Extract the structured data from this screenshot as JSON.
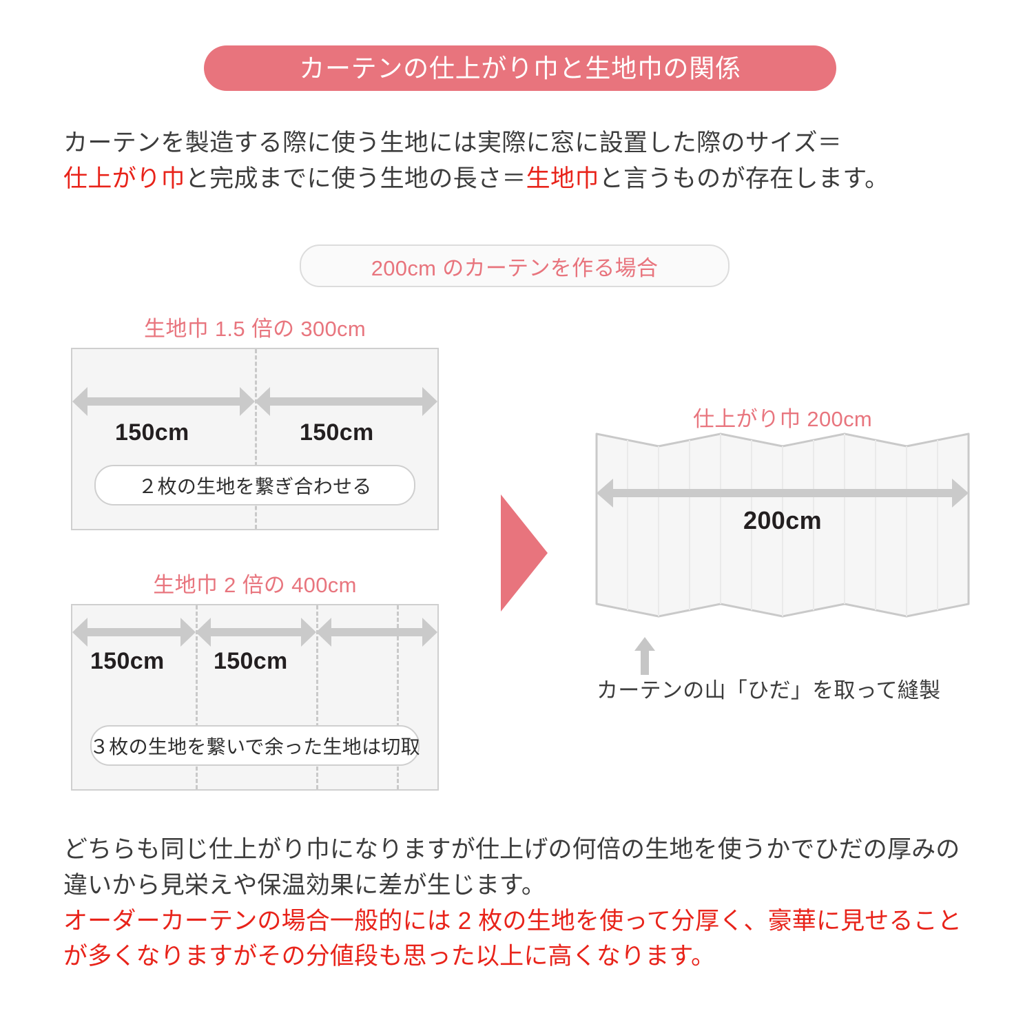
{
  "title_banner": {
    "text": "カーテンの仕上がり巾と生地巾の関係",
    "bg_color": "#e8747d",
    "text_color": "#ffffff"
  },
  "intro": {
    "line1_part1": "カーテンを製造する際に使う生地には実際に窓に設置した際のサイズ＝",
    "highlight1": "仕上がり巾",
    "line2_part1": "と完成までに使う生地の長さ＝",
    "highlight2": "生地巾",
    "line2_part2": "と言うものが存在します。",
    "highlight_color": "#e8231a"
  },
  "case_pill": {
    "text": "200cm のカーテンを作る場合",
    "text_color": "#e8747d"
  },
  "panels": [
    {
      "heading": "生地巾 1.5 倍の 300cm",
      "dividers_percent": [
        50
      ],
      "arrows": [
        {
          "label": "150cm",
          "start_percent": 0,
          "end_percent": 50
        },
        {
          "label": "150cm",
          "start_percent": 50,
          "end_percent": 100
        }
      ],
      "note": "２枚の生地を繋ぎ合わせる"
    },
    {
      "heading": "生地巾 2 倍の 400cm",
      "dividers_percent": [
        33.7,
        66.8,
        88.9
      ],
      "arrows": [
        {
          "label": "150cm",
          "start_percent": 0,
          "end_percent": 33.7
        },
        {
          "label": "150cm",
          "start_percent": 33.7,
          "end_percent": 66.8
        },
        {
          "label": "",
          "start_percent": 66.8,
          "end_percent": 100
        }
      ],
      "note": "３枚の生地を繋いで余った生地は切取"
    }
  ],
  "flow_arrow": {
    "icon": "triangle-right-icon",
    "color": "#e8747d"
  },
  "curtain": {
    "heading": "仕上がり巾 200cm",
    "dimension_label": "200cm",
    "caption": "カーテンの山「ひだ」を取って縫製",
    "heading_color": "#e8757e",
    "pleat_count": 6
  },
  "outro": {
    "gray_text": "どちらも同じ仕上がり巾になりますが仕上げの何倍の生地を使うかでひだの厚みの違いから見栄えや保温効果に差が生じます。",
    "red_text": "オーダーカーテンの場合一般的には 2 枚の生地を使って分厚く、豪華に見せることが多くなりますがその分値段も思った以上に高くなります。",
    "gray_color": "#3c3c3c",
    "red_color": "#e8231a"
  }
}
